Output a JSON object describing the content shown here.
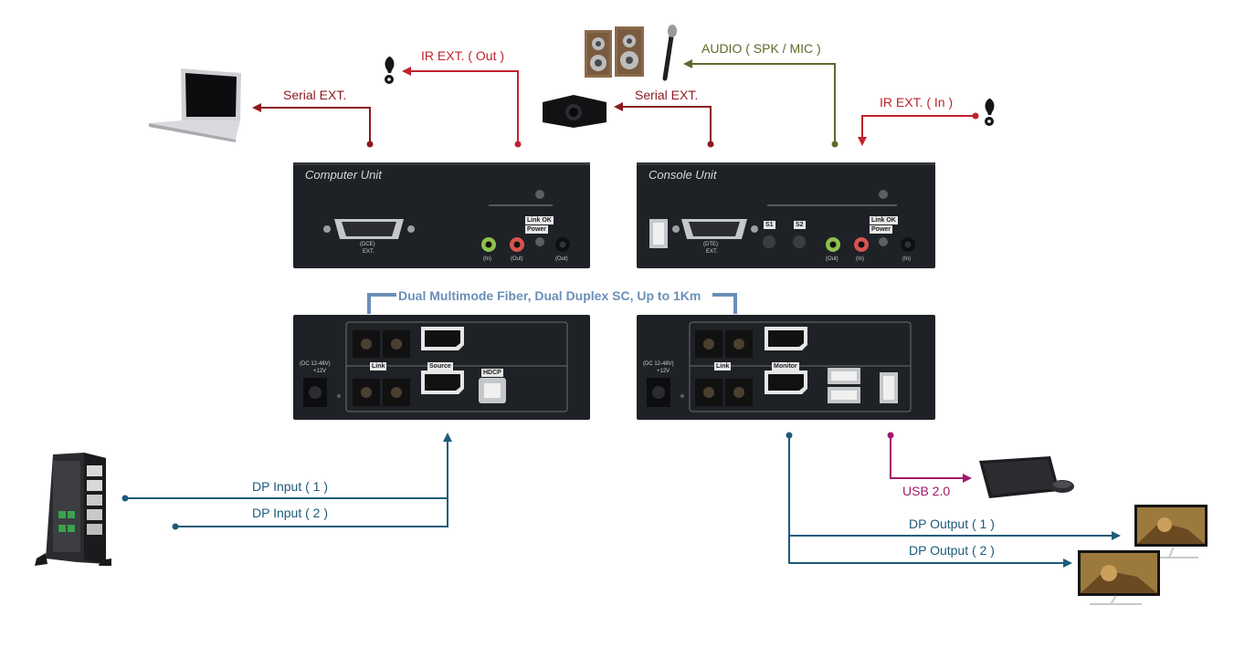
{
  "labels": {
    "serial_ext_left": "Serial EXT.",
    "ir_ext_out": "IR EXT. ( Out )",
    "audio": "AUDIO ( SPK / MIC )",
    "serial_ext_right": "Serial EXT.",
    "ir_ext_in": "IR EXT. ( In )",
    "fiber": "Dual Multimode Fiber, Dual Duplex SC, Up to 1Km",
    "dp_input_1": "DP Input ( 1 )",
    "dp_input_2": "DP Input ( 2 )",
    "usb_2": "USB 2.0",
    "dp_output_1": "DP Output ( 1 )",
    "dp_output_2": "DP Output ( 2 )"
  },
  "computer_unit": {
    "title": "Computer Unit",
    "dce": "(DCE)",
    "ext": "EXT.",
    "link_ok": "Link OK",
    "power": "Power",
    "in": "(In)",
    "out": "(Out)",
    "out2": "(Out)"
  },
  "console_unit": {
    "title": "Console Unit",
    "dte": "(DTE)",
    "ext": "EXT.",
    "s1": "S1",
    "s2": "S2",
    "link_ok": "Link OK",
    "power": "Power",
    "out": "(Out)",
    "in": "(In)",
    "in2": "(In)"
  },
  "rear_left": {
    "dc": "(DC 12-48V)",
    "v12": "+12V",
    "link": "Link",
    "source": "Source",
    "hdcp": "HDCP"
  },
  "rear_right": {
    "dc": "(DC 12-48V)",
    "v12": "+12V",
    "link": "Link",
    "monitor": "Monitor"
  },
  "colors": {
    "dark_red": "#8b1a1f",
    "red": "#c0222b",
    "olive": "#5a6b2a",
    "teal": "#1d5b7a",
    "magenta": "#a01a6a",
    "fiber_blue": "#6b8fb8",
    "device_dark": "#1e2126"
  }
}
